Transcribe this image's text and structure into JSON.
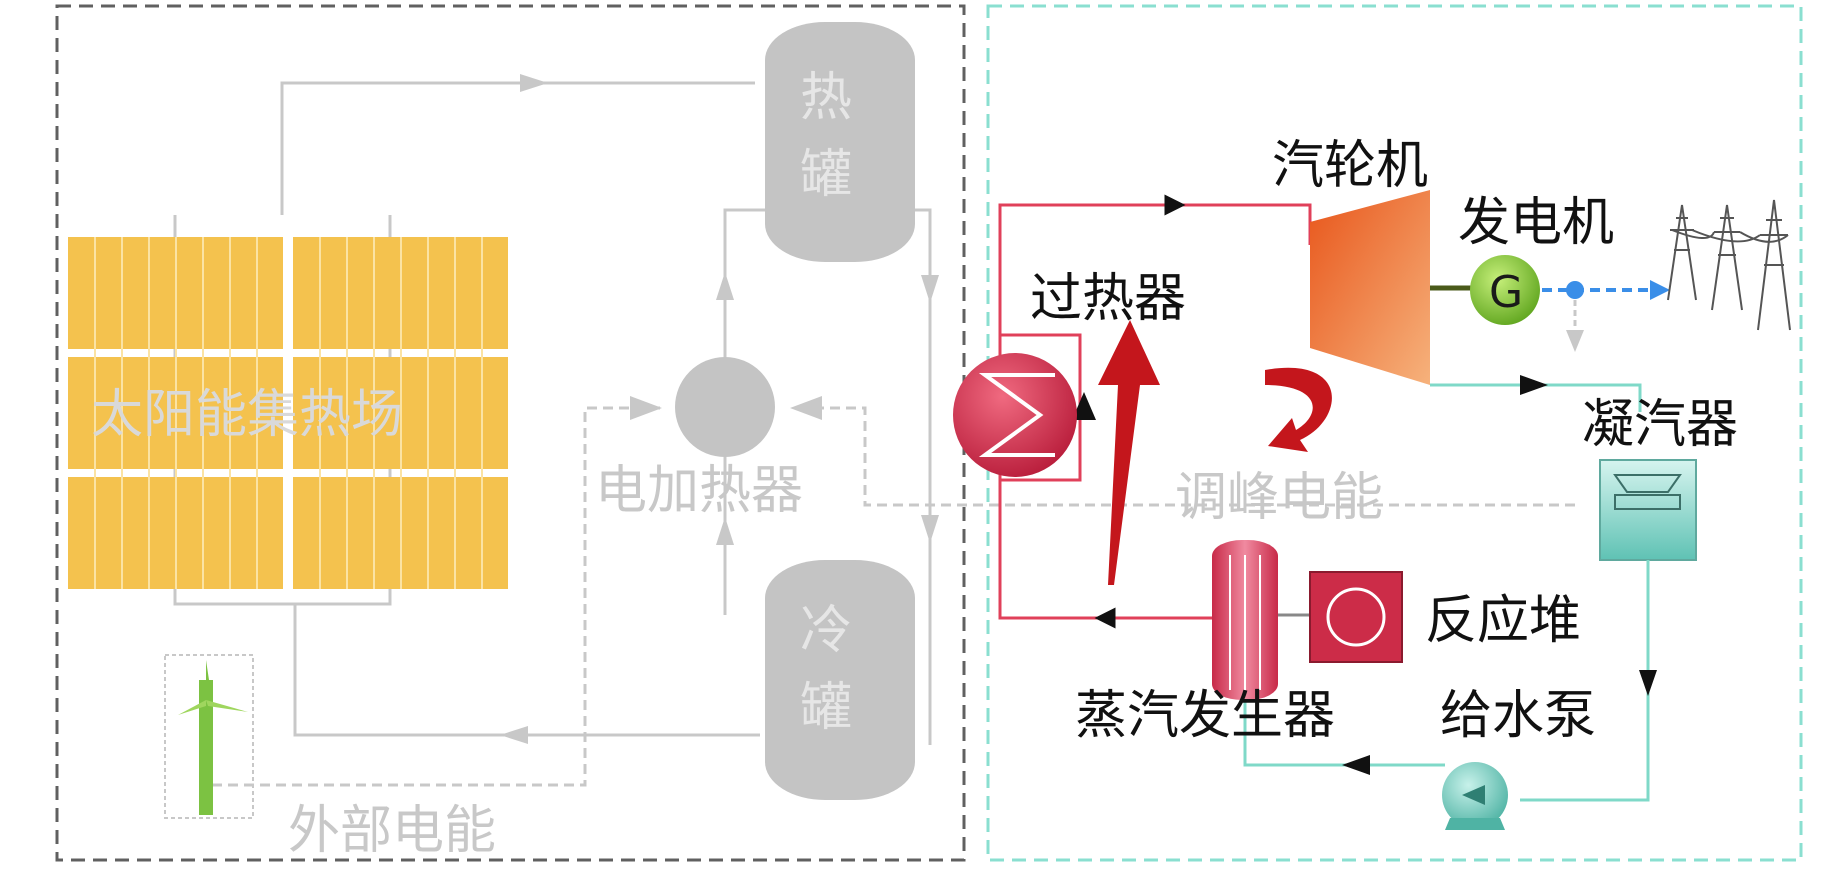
{
  "labels": {
    "solar_field": "太阳能集热场",
    "hot_tank_1": "热",
    "hot_tank_2": "罐",
    "cold_tank_1": "冷",
    "cold_tank_2": "罐",
    "electric_heater": "电加热器",
    "external_power": "外部电能",
    "turbine": "汽轮机",
    "generator": "发电机",
    "generator_symbol": "G",
    "superheater": "过热器",
    "peak_power": "调峰电能",
    "condenser": "凝汽器",
    "reactor": "反应堆",
    "steam_generator": "蒸汽发生器",
    "feed_pump": "给水泵"
  },
  "colors": {
    "left_box_border": "#606060",
    "right_box_border": "#8adfd0",
    "solar_panel": "#f4c24e",
    "grey_equipment": "#c4c4c4",
    "grey_line": "#c8c8c8",
    "red_steam_line": "#e0405a",
    "turbine_orange": "#ee7f3a",
    "generator_green": "#8ccd3c",
    "teal_water_line": "#7fd9c8",
    "blue_dashed": "#3a8ee8",
    "peak_arrow_red": "#c4161c"
  }
}
